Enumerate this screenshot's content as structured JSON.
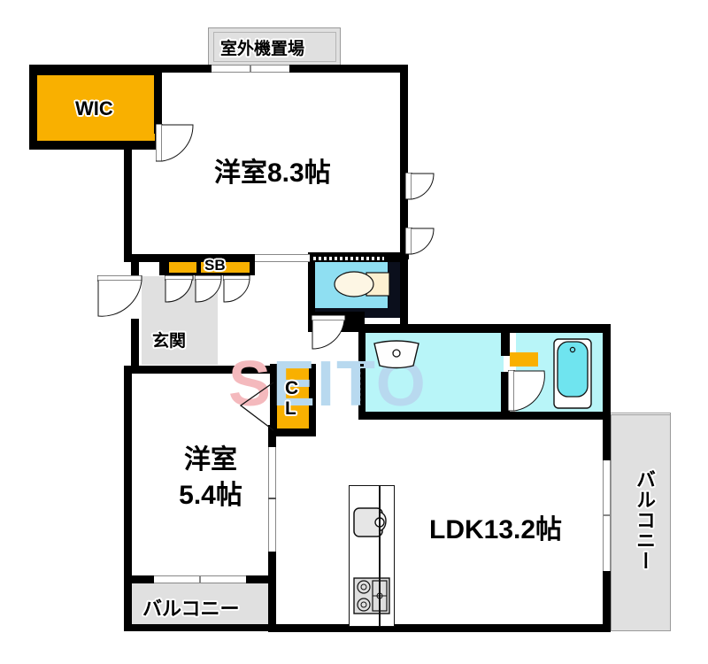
{
  "plan": {
    "watermark": {
      "first": "S",
      "rest": "EITO"
    },
    "rooms": [
      {
        "key": "outdoor_unit",
        "label": "室外機置場"
      },
      {
        "key": "wic",
        "label": "WIC"
      },
      {
        "key": "bedroom_main",
        "label": "洋室8.3帖"
      },
      {
        "key": "shoe_box",
        "label": "SB"
      },
      {
        "key": "entrance",
        "label": "玄関"
      },
      {
        "key": "closet",
        "label": "CL"
      },
      {
        "key": "bedroom_sub",
        "label": "洋室5.4帖"
      },
      {
        "key": "ldk",
        "label": "LDK13.2帖"
      },
      {
        "key": "balcony_south",
        "label": "バルコニー"
      },
      {
        "key": "balcony_east",
        "label": "バルコニー"
      }
    ],
    "closet_text": {
      "c": "C",
      "l": "L"
    },
    "colors": {
      "wall": "#000000",
      "closet_orange": "#f9b000",
      "water_cyan": "#b8f5f8",
      "tub_cyan": "#7fe8f0",
      "balcony_gray": "#e0e0e0",
      "toilet_dark": "#0b0f1c",
      "watermark_red": "#f4b9bd",
      "watermark_blue": "#b8d9ef",
      "floor_white": "#ffffff"
    },
    "fixtures": [
      {
        "key": "toilet",
        "name": "toilet-fixture"
      },
      {
        "key": "washbasin",
        "name": "washbasin-fixture"
      },
      {
        "key": "bathtub",
        "name": "bathtub-fixture"
      },
      {
        "key": "kitchen_sink",
        "name": "kitchen-sink-fixture"
      },
      {
        "key": "stove",
        "name": "gas-stove-fixture"
      }
    ]
  }
}
